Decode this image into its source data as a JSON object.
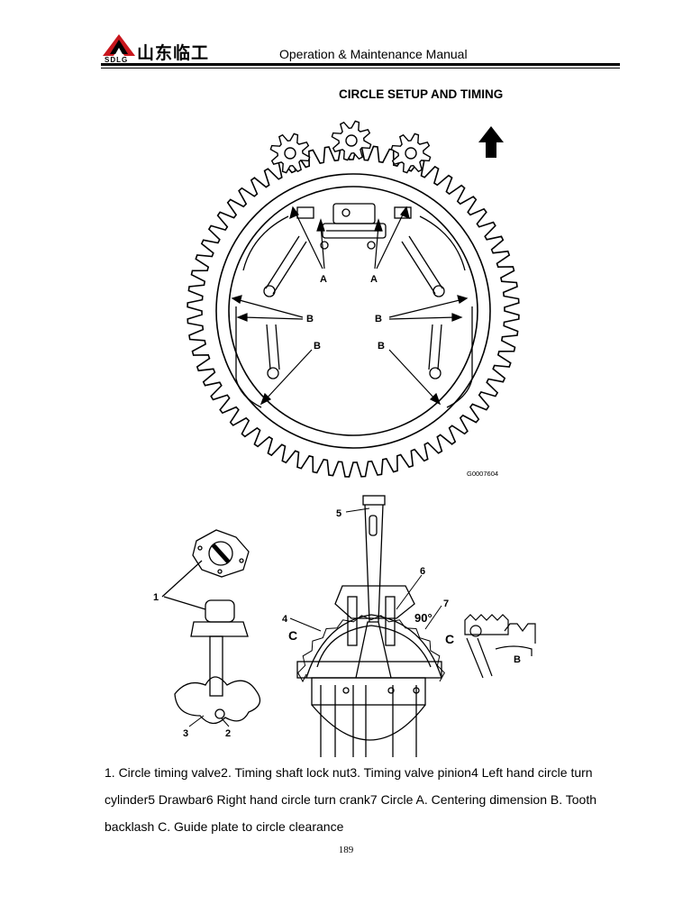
{
  "header": {
    "logo_cn": "山东临工",
    "logo_en": "SDLG",
    "title": "Operation & Maintenance Manual"
  },
  "section_title": "CIRCLE SETUP AND TIMING",
  "figure_top": {
    "code": "G0007604",
    "labels": {
      "a": "A",
      "b": "B"
    }
  },
  "figure_bottom": {
    "callouts": [
      "1",
      "2",
      "3",
      "4",
      "5",
      "6",
      "7"
    ],
    "labels": {
      "c": "C",
      "b": "B",
      "angle": "90°"
    }
  },
  "caption": "1. Circle timing valve2. Timing shaft lock nut3. Timing valve pinion4 Left hand circle turn cylinder5 Drawbar6 Right hand circle turn crank7 Circle A. Centering dimension B. Tooth backlash C. Guide plate to circle clearance",
  "page_number": "189"
}
